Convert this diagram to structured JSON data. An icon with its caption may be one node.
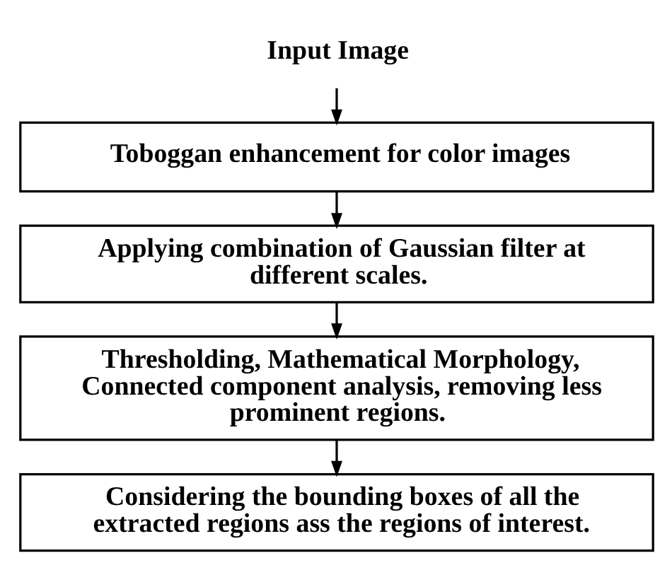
{
  "diagram": {
    "nodes": [
      {
        "text": [
          "Input Image"
        ]
      },
      {
        "text": [
          "Toboggan enhancement for color images"
        ]
      },
      {
        "text": [
          "Applying combination of Gaussian filter at different scales."
        ]
      },
      {
        "text": [
          "Thresholding, Mathematical Morphology, Connected component analysis, removing less prominent regions."
        ]
      },
      {
        "text": [
          "Considering the bounding boxes of all the extracted regions ass the regions of interest."
        ]
      }
    ],
    "edges": [
      {
        "from": 0,
        "to": 1,
        "arrow": "to"
      },
      {
        "from": 1,
        "to": 2,
        "arrow": "to"
      },
      {
        "from": 2,
        "to": 3,
        "arrow": "to"
      },
      {
        "from": 3,
        "to": 4,
        "arrow": "to"
      }
    ]
  }
}
